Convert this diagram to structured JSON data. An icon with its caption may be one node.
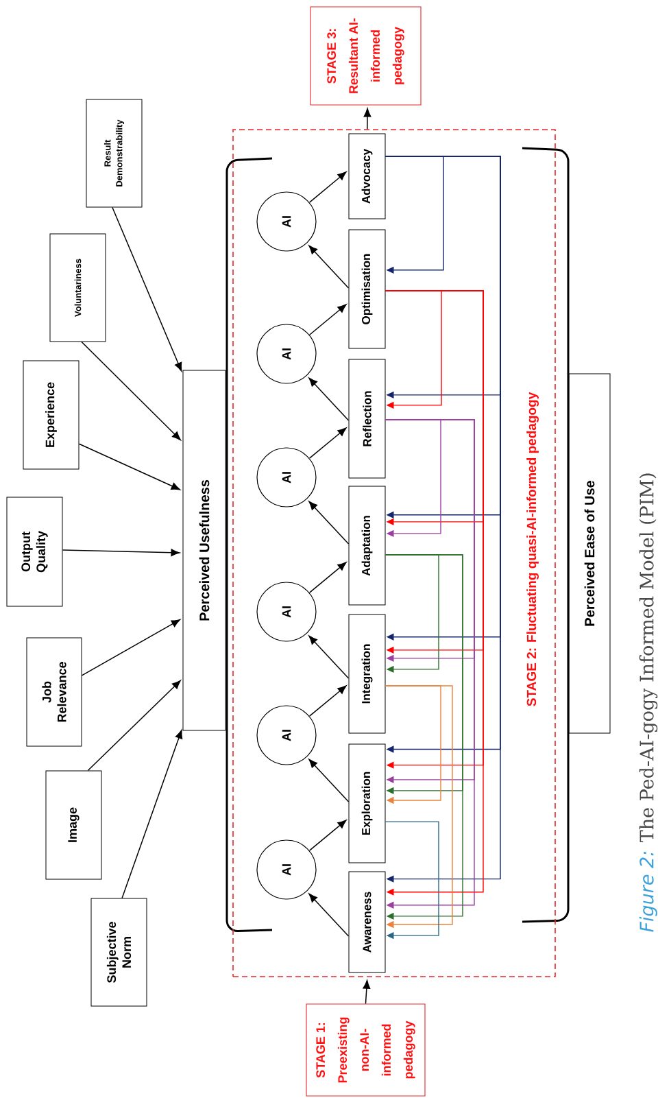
{
  "diagram": {
    "caption": "*Figure 2:* The Ped-AI-gogy Informed Model (PIM)",
    "nodes": [
      {
        "text": [
          "Subjective Norm"
        ]
      },
      {
        "text": [
          "Image"
        ]
      },
      {
        "text": [
          "Job Relevance"
        ]
      },
      {
        "text": [
          "Output Quality"
        ]
      },
      {
        "text": [
          "Experience"
        ]
      },
      {
        "text": [
          "Voluntariness"
        ]
      },
      {
        "text": [
          "Result Demonstrability"
        ]
      },
      {
        "text": [
          "Perceived Usefulness"
        ]
      },
      {
        "text": [
          "STAGE 1: Preexisting non-AI-informed pedagogy"
        ]
      },
      {
        "text": [
          "STAGE 2: Fluctuating quasi-AI-informed pedagogy"
        ]
      },
      {
        "text": [
          "Awareness"
        ],
        "in": 9
      },
      {
        "text": [
          "AI"
        ],
        "in": 9
      },
      {
        "text": [
          "Exploration"
        ],
        "in": 9
      },
      {
        "text": [
          "AI"
        ],
        "in": 9
      },
      {
        "text": [
          "Integration"
        ],
        "in": 9
      },
      {
        "text": [
          "AI"
        ],
        "in": 9
      },
      {
        "text": [
          "Adaptation"
        ],
        "in": 9
      },
      {
        "text": [
          "AI"
        ],
        "in": 9
      },
      {
        "text": [
          "Reflection"
        ],
        "in": 9
      },
      {
        "text": [
          "AI"
        ],
        "in": 9
      },
      {
        "text": [
          "Optimisation"
        ],
        "in": 9
      },
      {
        "text": [
          "AI"
        ],
        "in": 9
      },
      {
        "text": [
          "Advocacy"
        ],
        "in": 9
      },
      {
        "text": [
          "Perceived Ease of Use"
        ]
      },
      {
        "text": [
          "STAGE 3: Resultant AI-informed pedagogy"
        ]
      }
    ],
    "edges": [
      {
        "from": 0,
        "to": 7,
        "arrow": "to"
      },
      {
        "from": 1,
        "to": 7,
        "arrow": "to"
      },
      {
        "from": 2,
        "to": 7,
        "arrow": "to"
      },
      {
        "from": 3,
        "to": 7,
        "arrow": "to"
      },
      {
        "from": 4,
        "to": 7,
        "arrow": "to"
      },
      {
        "from": 5,
        "to": 7,
        "arrow": "to"
      },
      {
        "from": 6,
        "to": 7,
        "arrow": "to"
      },
      {
        "from": 8,
        "to": 9,
        "arrow": "to"
      },
      {
        "from": 10,
        "to": 11,
        "arrow": "to"
      },
      {
        "from": 11,
        "to": 12,
        "arrow": "to"
      },
      {
        "from": 12,
        "to": 13,
        "arrow": "to"
      },
      {
        "from": 13,
        "to": 14,
        "arrow": "to"
      },
      {
        "from": 14,
        "to": 15,
        "arrow": "to"
      },
      {
        "from": 15,
        "to": 16,
        "arrow": "to"
      },
      {
        "from": 16,
        "to": 17,
        "arrow": "to"
      },
      {
        "from": 17,
        "to": 18,
        "arrow": "to"
      },
      {
        "from": 18,
        "to": 19,
        "arrow": "to"
      },
      {
        "from": 19,
        "to": 20,
        "arrow": "to"
      },
      {
        "from": 20,
        "to": 21,
        "arrow": "to"
      },
      {
        "from": 21,
        "to": 22,
        "arrow": "to"
      },
      {
        "from": 9,
        "to": 24,
        "arrow": "to"
      },
      {
        "from": 22,
        "to": 20,
        "arrow": "to",
        "color": "#14256b"
      },
      {
        "from": 22,
        "to": 18,
        "arrow": "to",
        "color": "#14256b"
      },
      {
        "from": 22,
        "to": 16,
        "arrow": "to",
        "color": "#14256b"
      },
      {
        "from": 22,
        "to": 14,
        "arrow": "to",
        "color": "#14256b"
      },
      {
        "from": 22,
        "to": 12,
        "arrow": "to",
        "color": "#14256b"
      },
      {
        "from": 22,
        "to": 10,
        "arrow": "to",
        "color": "#14256b"
      },
      {
        "from": 20,
        "to": 18,
        "arrow": "to",
        "color": "#ff0000"
      },
      {
        "from": 20,
        "to": 16,
        "arrow": "to",
        "color": "#ff0000"
      },
      {
        "from": 20,
        "to": 14,
        "arrow": "to",
        "color": "#ff0000"
      },
      {
        "from": 20,
        "to": 12,
        "arrow": "to",
        "color": "#ff0000"
      },
      {
        "from": 20,
        "to": 10,
        "arrow": "to",
        "color": "#ff0000"
      },
      {
        "from": 18,
        "to": 16,
        "arrow": "to",
        "color": "#9a3fa0"
      },
      {
        "from": 18,
        "to": 14,
        "arrow": "to",
        "color": "#9a3fa0"
      },
      {
        "from": 18,
        "to": 12,
        "arrow": "to",
        "color": "#9a3fa0"
      },
      {
        "from": 18,
        "to": 10,
        "arrow": "to",
        "color": "#9a3fa0"
      },
      {
        "from": 16,
        "to": 14,
        "arrow": "to",
        "color": "#2c6e2c"
      },
      {
        "from": 16,
        "to": 12,
        "arrow": "to",
        "color": "#2c6e2c"
      },
      {
        "from": 16,
        "to": 10,
        "arrow": "to",
        "color": "#2c6e2c"
      },
      {
        "from": 14,
        "to": 12,
        "arrow": "to",
        "color": "#e8823c"
      },
      {
        "from": 14,
        "to": 10,
        "arrow": "to",
        "color": "#e8823c"
      },
      {
        "from": 12,
        "to": 10,
        "arrow": "to",
        "color": "#2a6786"
      }
    ]
  }
}
